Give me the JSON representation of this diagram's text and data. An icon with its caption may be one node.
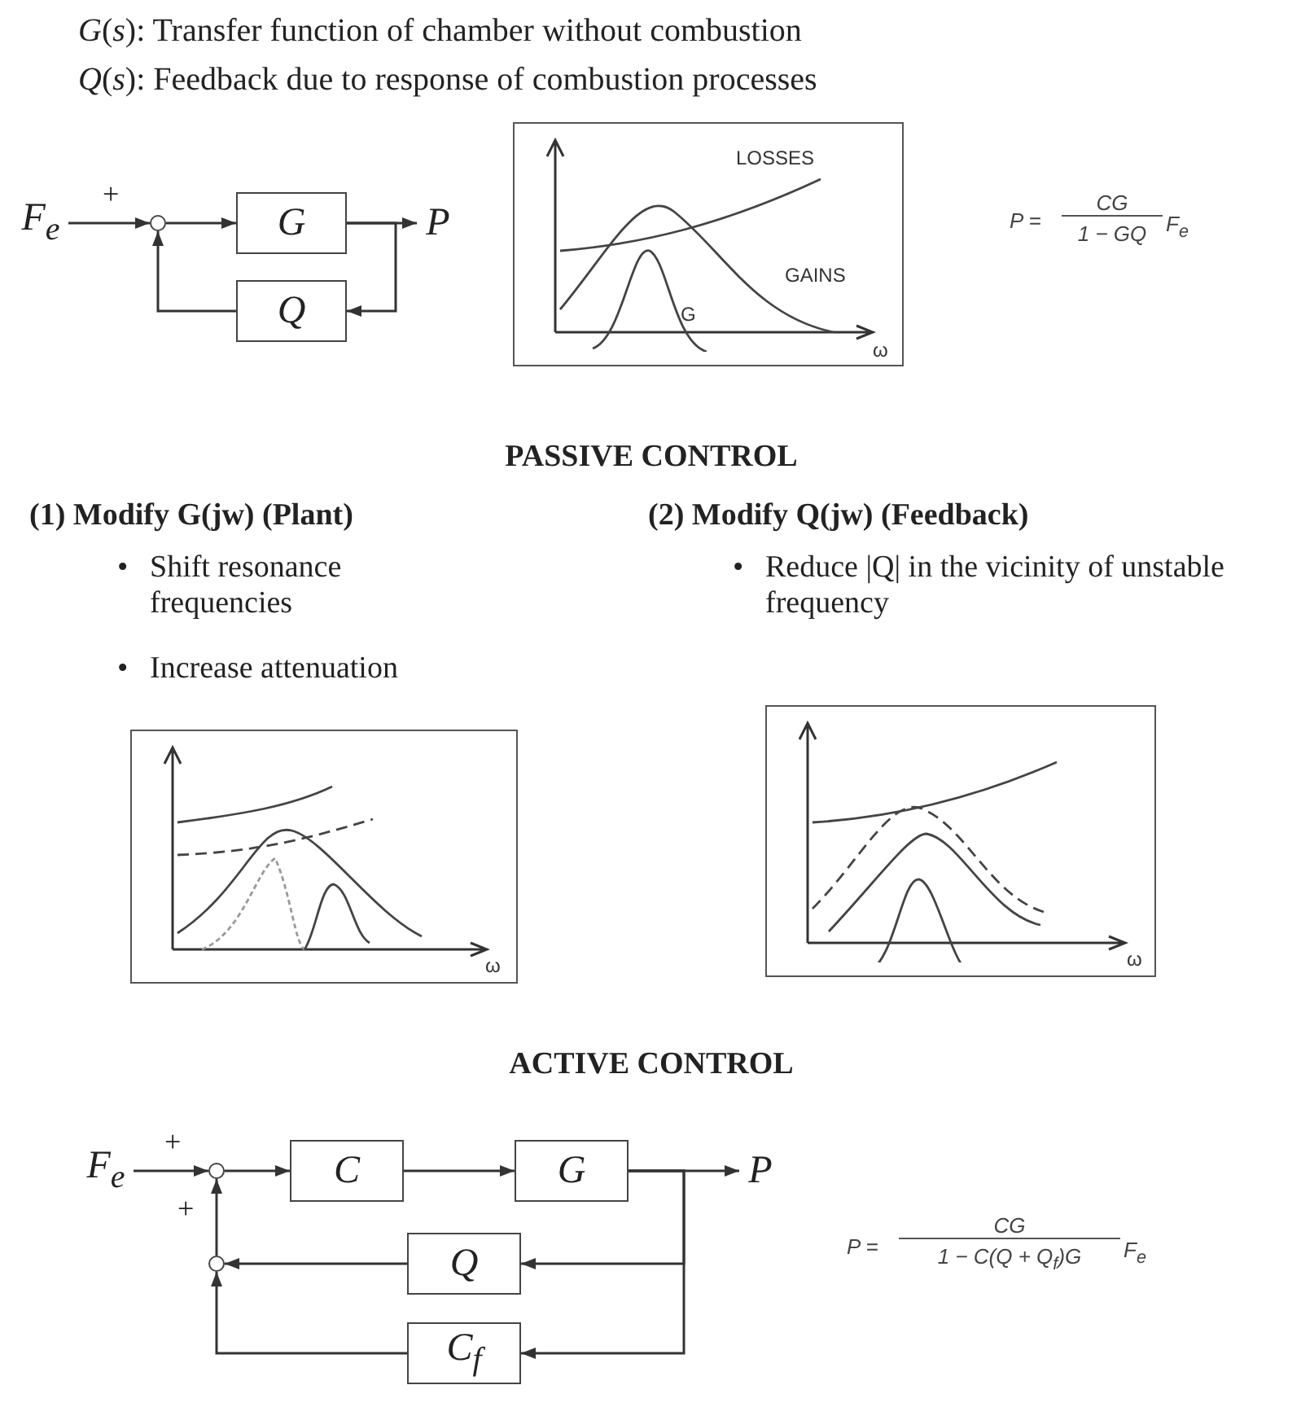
{
  "diagram": {
    "nodes": [
      {
        "text": [
          "F$_{e}$"
        ]
      },
      {
        "text": [],
        "shape": "circle"
      },
      {
        "text": [
          "G"
        ]
      },
      {
        "text": [
          "P"
        ]
      },
      {
        "text": [
          "Q"
        ]
      },
      {
        "text": [
          "F$_{e}$"
        ]
      },
      {
        "text": [],
        "shape": "circle"
      },
      {
        "text": [
          "C"
        ]
      },
      {
        "text": [
          "G"
        ]
      },
      {
        "text": [
          "P"
        ]
      },
      {
        "text": [],
        "shape": "circle"
      },
      {
        "text": [
          "Q"
        ]
      },
      {
        "text": [
          "C$_{f}$"
        ]
      }
    ],
    "edges": [
      {
        "from": 0,
        "to": 1,
        "arrow": "to",
        "label": "+"
      },
      {
        "from": 1,
        "to": 2,
        "arrow": "to"
      },
      {
        "from": 2,
        "to": 3,
        "arrow": "to"
      },
      {
        "from": 2,
        "to": 4,
        "arrow": "to"
      },
      {
        "from": 4,
        "to": 1,
        "arrow": "to"
      },
      {
        "from": 5,
        "to": 6,
        "arrow": "to",
        "label": "+"
      },
      {
        "from": 6,
        "to": 7,
        "arrow": "to"
      },
      {
        "from": 7,
        "to": 8,
        "arrow": "to"
      },
      {
        "from": 8,
        "to": 9,
        "arrow": "to"
      },
      {
        "from": 8,
        "to": 11,
        "arrow": "to"
      },
      {
        "from": 8,
        "to": 12,
        "arrow": "to"
      },
      {
        "from": 11,
        "to": 10,
        "arrow": "to"
      },
      {
        "from": 12,
        "to": 10,
        "arrow": "to"
      },
      {
        "from": 10,
        "to": 6,
        "arrow": "to",
        "label": "+"
      }
    ],
    "labels": [
      "*G*(*s*): Transfer function of chamber without combustion",
      "*Q*(*s*): Feedback due to response of combustion processes",
      "LOSSES",
      "GAINS",
      "G",
      "ω",
      "P =",
      "CG",
      "1 − GQ",
      "F$_{e}$",
      "PASSIVE CONTROL",
      "(1) Modify G(jw) (Plant)",
      "•",
      "Shift resonance frequencies",
      "•",
      "Increase attenuation",
      "(2) Modify Q(jw) (Feedback)",
      "•",
      "Reduce |Q| in the vicinity of unstable frequency",
      "ω",
      "ω",
      "ACTIVE CONTROL",
      "P =",
      "CG",
      "1 − C(Q + Q$_{f}$)G",
      "F$_{e}$"
    ]
  }
}
